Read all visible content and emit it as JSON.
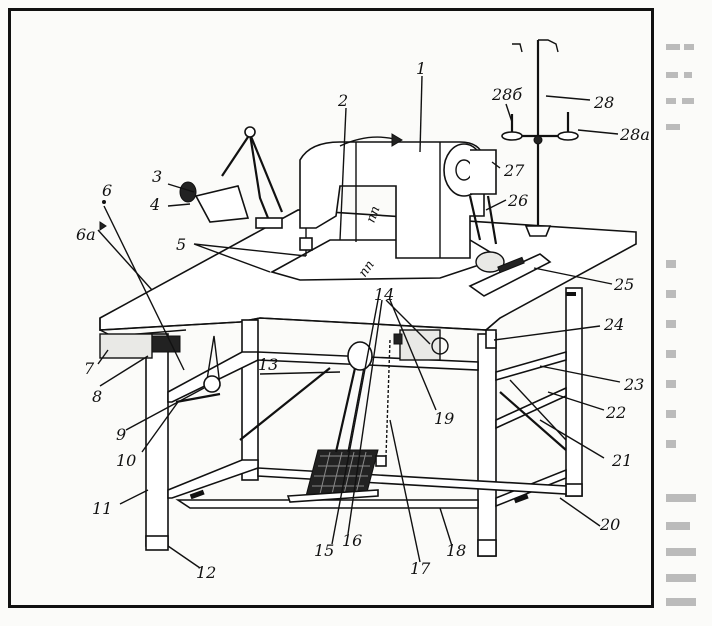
{
  "labels": {
    "l1": "1",
    "l2": "2",
    "l3": "3",
    "l4": "4",
    "l5": "5",
    "l6": "6",
    "l6a": "6а",
    "l7": "7",
    "l8": "8",
    "l9": "9",
    "l10": "10",
    "l11": "11",
    "l12": "12",
    "l13": "13",
    "l14": "14",
    "l15": "15",
    "l16": "16",
    "l17": "17",
    "l18": "18",
    "l19": "19",
    "l20": "20",
    "l21": "21",
    "l22": "22",
    "l23": "23",
    "l24": "24",
    "l25": "25",
    "l26": "26",
    "l27": "27",
    "l28": "28",
    "l28a": "28а",
    "l28b": "28б"
  },
  "inscriptions": {
    "body_text": "пп",
    "wheel_text": "пп"
  },
  "colors": {
    "ink": "#111111",
    "paper": "#fbfbf9",
    "shade": "#e9e9e6"
  },
  "icons": [
    "sewing-machine-icon",
    "lamp-icon",
    "pedal-icon",
    "thread-stand-icon"
  ]
}
